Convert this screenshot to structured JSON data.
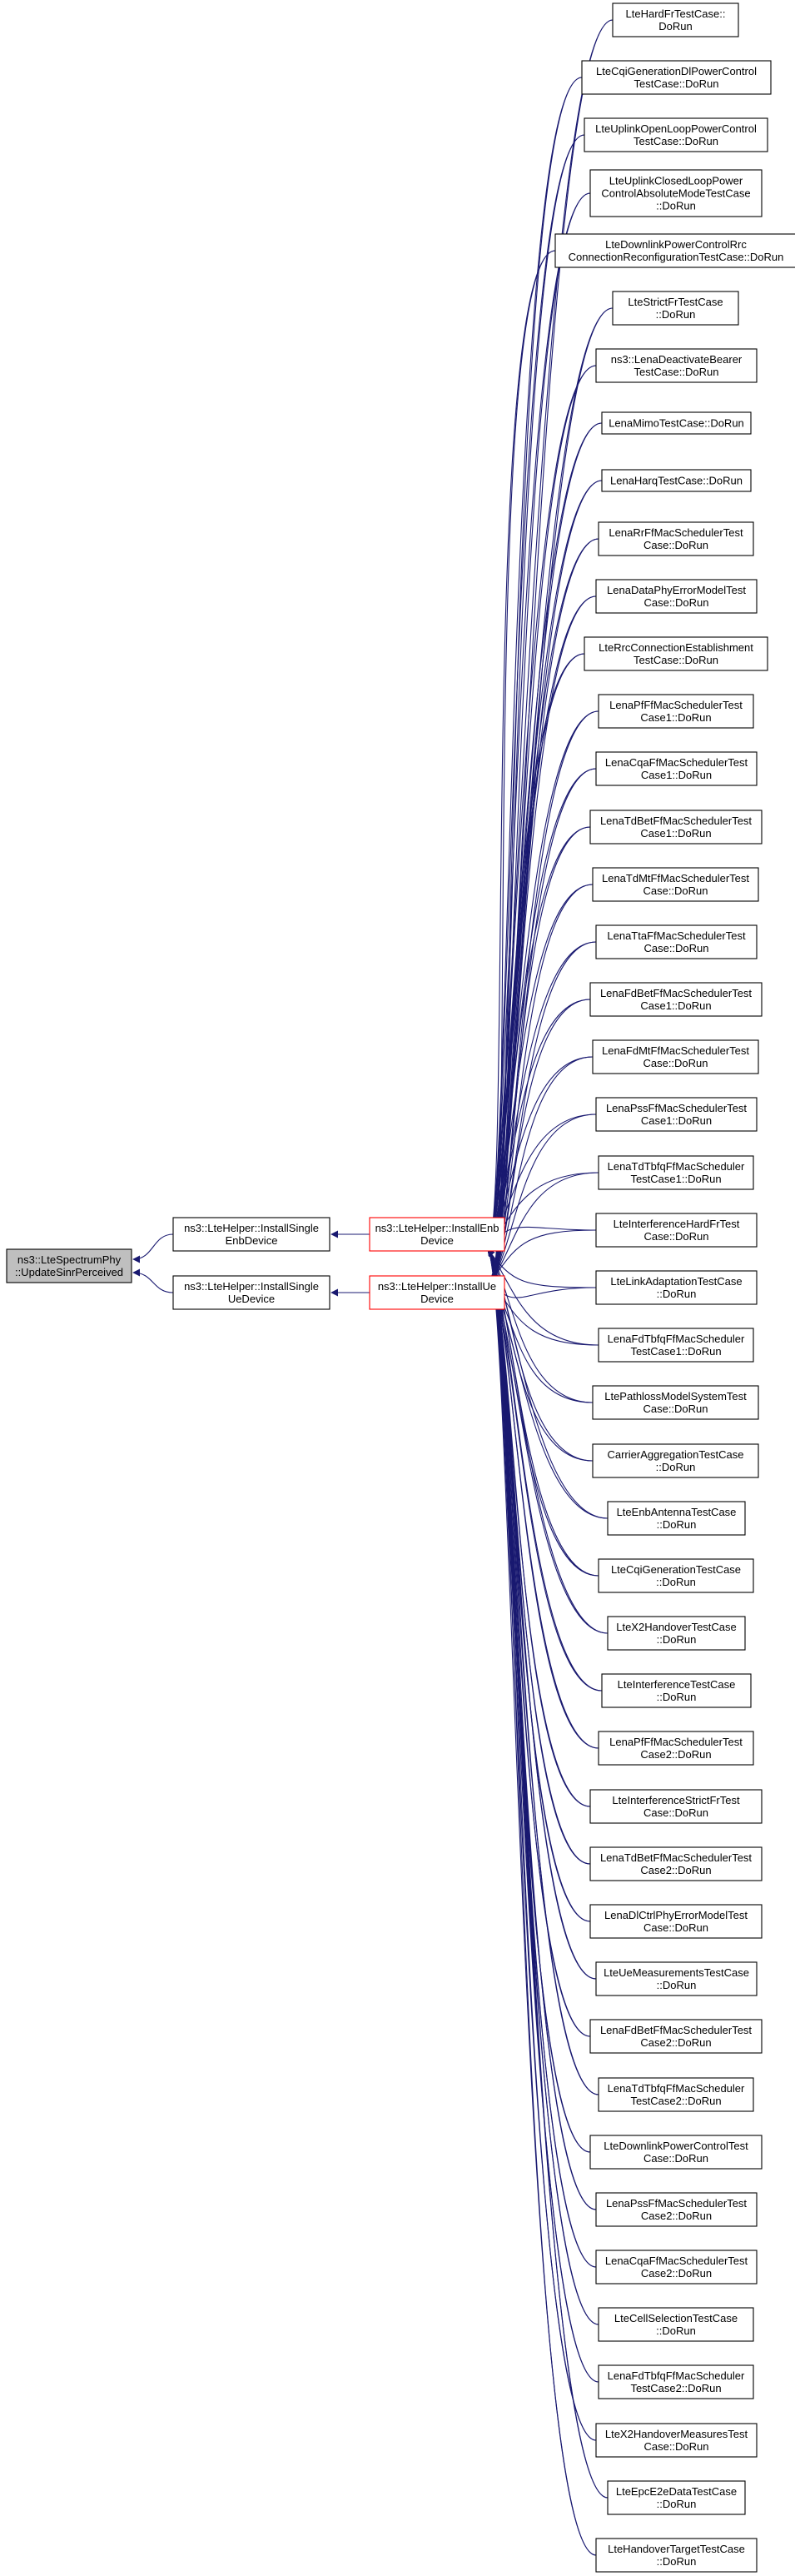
{
  "graph": {
    "root": {
      "label": [
        "ns3::LteSpectrumPhy",
        "::UpdateSinrPerceived"
      ]
    },
    "level1": [
      {
        "label": [
          "ns3::LteHelper::InstallSingle",
          "EnbDevice"
        ]
      },
      {
        "label": [
          "ns3::LteHelper::InstallSingle",
          "UeDevice"
        ]
      }
    ],
    "level2": [
      {
        "label": [
          "ns3::LteHelper::InstallEnb",
          "Device"
        ]
      },
      {
        "label": [
          "ns3::LteHelper::InstallUe",
          "Device"
        ]
      }
    ],
    "callers": [
      {
        "label": [
          "LteHardFrTestCase::",
          "DoRun"
        ]
      },
      {
        "label": [
          "LteCqiGenerationDlPowerControl",
          "TestCase::DoRun"
        ]
      },
      {
        "label": [
          "LteUplinkOpenLoopPowerControl",
          "TestCase::DoRun"
        ]
      },
      {
        "label": [
          "LteUplinkClosedLoopPower",
          "ControlAbsoluteModeTestCase",
          "::DoRun"
        ]
      },
      {
        "label": [
          "LteDownlinkPowerControlRrc",
          "ConnectionReconfigurationTestCase::DoRun"
        ]
      },
      {
        "label": [
          "LteStrictFrTestCase",
          "::DoRun"
        ]
      },
      {
        "label": [
          "ns3::LenaDeactivateBearer",
          "TestCase::DoRun"
        ]
      },
      {
        "label": [
          "LenaMimoTestCase::DoRun"
        ]
      },
      {
        "label": [
          "LenaHarqTestCase::DoRun"
        ]
      },
      {
        "label": [
          "LenaRrFfMacSchedulerTest",
          "Case::DoRun"
        ]
      },
      {
        "label": [
          "LenaDataPhyErrorModelTest",
          "Case::DoRun"
        ]
      },
      {
        "label": [
          "LteRrcConnectionEstablishment",
          "TestCase::DoRun"
        ]
      },
      {
        "label": [
          "LenaPfFfMacSchedulerTest",
          "Case1::DoRun"
        ]
      },
      {
        "label": [
          "LenaCqaFfMacSchedulerTest",
          "Case1::DoRun"
        ]
      },
      {
        "label": [
          "LenaTdBetFfMacSchedulerTest",
          "Case1::DoRun"
        ]
      },
      {
        "label": [
          "LenaTdMtFfMacSchedulerTest",
          "Case::DoRun"
        ]
      },
      {
        "label": [
          "LenaTtaFfMacSchedulerTest",
          "Case::DoRun"
        ]
      },
      {
        "label": [
          "LenaFdBetFfMacSchedulerTest",
          "Case1::DoRun"
        ]
      },
      {
        "label": [
          "LenaFdMtFfMacSchedulerTest",
          "Case::DoRun"
        ]
      },
      {
        "label": [
          "LenaPssFfMacSchedulerTest",
          "Case1::DoRun"
        ]
      },
      {
        "label": [
          "LenaTdTbfqFfMacScheduler",
          "TestCase1::DoRun"
        ]
      },
      {
        "label": [
          "LteInterferenceHardFrTest",
          "Case::DoRun"
        ]
      },
      {
        "label": [
          "LteLinkAdaptationTestCase",
          "::DoRun"
        ]
      },
      {
        "label": [
          "LenaFdTbfqFfMacScheduler",
          "TestCase1::DoRun"
        ]
      },
      {
        "label": [
          "LtePathlossModelSystemTest",
          "Case::DoRun"
        ]
      },
      {
        "label": [
          "CarrierAggregationTestCase",
          "::DoRun"
        ]
      },
      {
        "label": [
          "LteEnbAntennaTestCase",
          "::DoRun"
        ]
      },
      {
        "label": [
          "LteCqiGenerationTestCase",
          "::DoRun"
        ]
      },
      {
        "label": [
          "LteX2HandoverTestCase",
          "::DoRun"
        ]
      },
      {
        "label": [
          "LteInterferenceTestCase",
          "::DoRun"
        ]
      },
      {
        "label": [
          "LenaPfFfMacSchedulerTest",
          "Case2::DoRun"
        ]
      },
      {
        "label": [
          "LteInterferenceStrictFrTest",
          "Case::DoRun"
        ]
      },
      {
        "label": [
          "LenaTdBetFfMacSchedulerTest",
          "Case2::DoRun"
        ]
      },
      {
        "label": [
          "LenaDlCtrlPhyErrorModelTest",
          "Case::DoRun"
        ]
      },
      {
        "label": [
          "LteUeMeasurementsTestCase",
          "::DoRun"
        ]
      },
      {
        "label": [
          "LenaFdBetFfMacSchedulerTest",
          "Case2::DoRun"
        ]
      },
      {
        "label": [
          "LenaTdTbfqFfMacScheduler",
          "TestCase2::DoRun"
        ]
      },
      {
        "label": [
          "LteDownlinkPowerControlTest",
          "Case::DoRun"
        ]
      },
      {
        "label": [
          "LenaPssFfMacSchedulerTest",
          "Case2::DoRun"
        ]
      },
      {
        "label": [
          "LenaCqaFfMacSchedulerTest",
          "Case2::DoRun"
        ]
      },
      {
        "label": [
          "LteCellSelectionTestCase",
          "::DoRun"
        ]
      },
      {
        "label": [
          "LenaFdTbfqFfMacScheduler",
          "TestCase2::DoRun"
        ]
      },
      {
        "label": [
          "LteX2HandoverMeasuresTest",
          "Case::DoRun"
        ]
      },
      {
        "label": [
          "LteEpcE2eDataTestCase",
          "::DoRun"
        ]
      },
      {
        "label": [
          "LteHandoverTargetTestCase",
          "::DoRun"
        ]
      }
    ],
    "colors": {
      "edge": "#191970",
      "root_fill": "#bfbfbf",
      "highlight_border": "#ff0000"
    }
  }
}
